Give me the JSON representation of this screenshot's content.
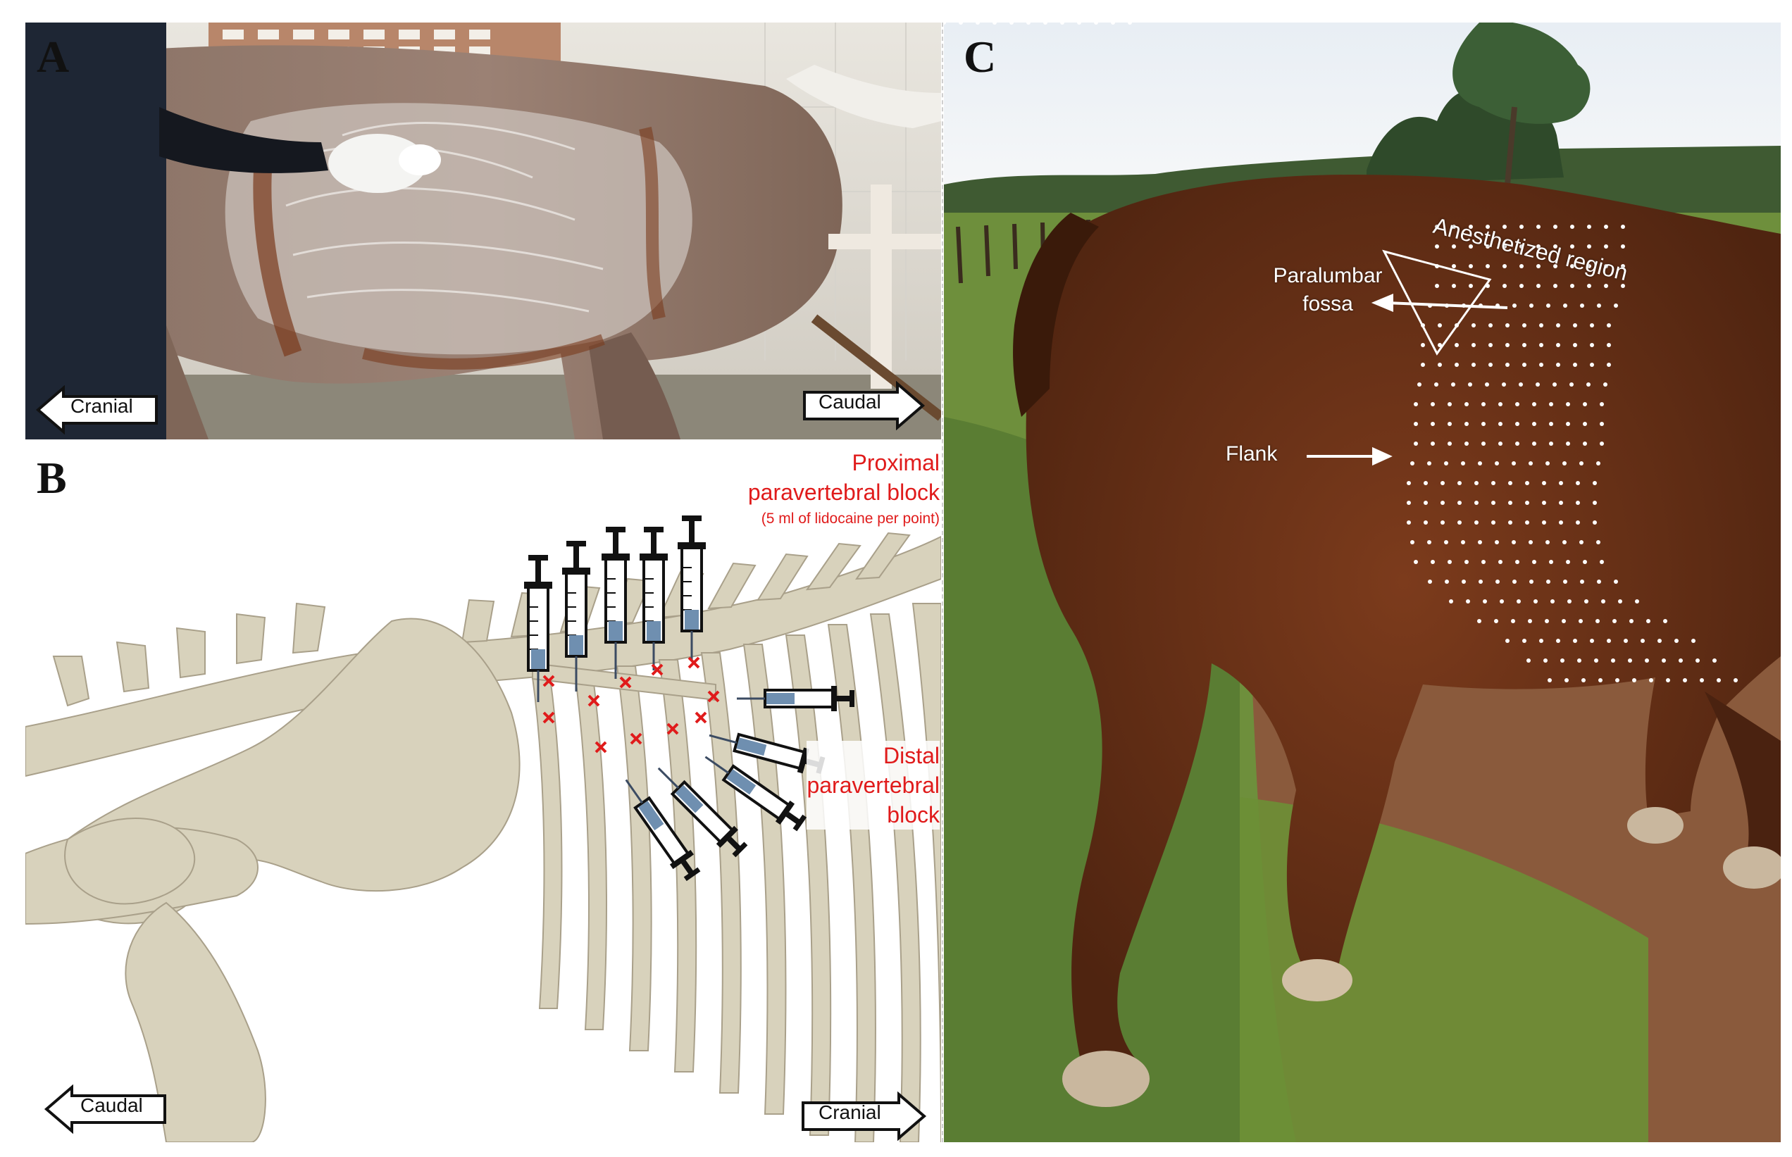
{
  "panels": {
    "a": {
      "letter": "A",
      "arrow_left": "Cranial",
      "arrow_right": "Caudal"
    },
    "b": {
      "letter": "B",
      "proximal_line1": "Proximal",
      "proximal_line2": "paravertebral block",
      "proximal_note": "(5 ml of lidocaine per point)",
      "distal_line1": "Distal",
      "distal_line2": "paravertebral",
      "distal_line3": "block",
      "arrow_left": "Caudal",
      "arrow_right": "Cranial"
    },
    "c": {
      "letter": "C",
      "anesthetized": "Anesthetized region",
      "paralumbar_line1": "Paralumbar",
      "paralumbar_line2": "fossa",
      "flank": "Flank"
    }
  },
  "colors": {
    "label_red": "#e01b1b",
    "horse_coat": "#7a3a1c",
    "bone": "#d8d2bc",
    "grass": "#5f8a3a"
  },
  "icons": [
    "syringe-icon",
    "injection-mark-icon",
    "direction-arrow-icon"
  ]
}
